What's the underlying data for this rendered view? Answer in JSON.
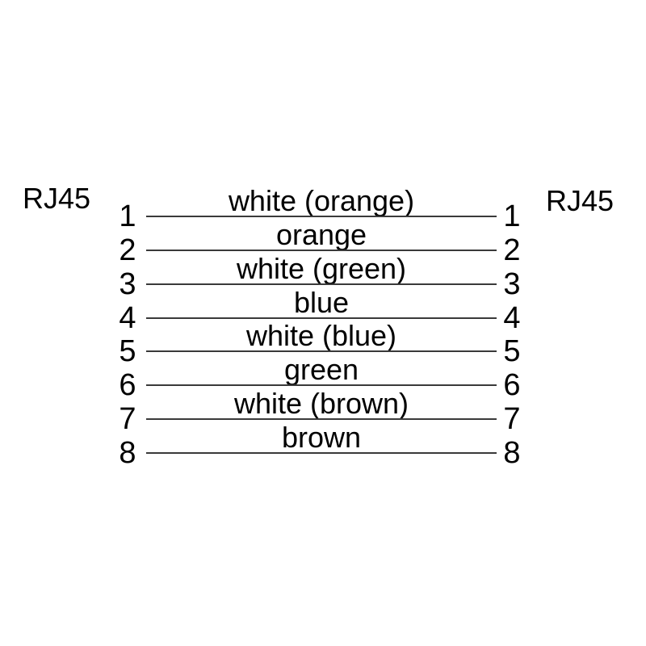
{
  "diagram": {
    "left_connector_label": "RJ45",
    "right_connector_label": "RJ45",
    "wires": [
      {
        "pin_left": "1",
        "pin_right": "1",
        "label": "white (orange)"
      },
      {
        "pin_left": "2",
        "pin_right": "2",
        "label": "orange"
      },
      {
        "pin_left": "3",
        "pin_right": "3",
        "label": "white (green)"
      },
      {
        "pin_left": "4",
        "pin_right": "4",
        "label": "blue"
      },
      {
        "pin_left": "5",
        "pin_right": "5",
        "label": "white (blue)"
      },
      {
        "pin_left": "6",
        "pin_right": "6",
        "label": "green"
      },
      {
        "pin_left": "7",
        "pin_right": "7",
        "label": "white (brown)"
      },
      {
        "pin_left": "8",
        "pin_right": "8",
        "label": "brown"
      }
    ]
  },
  "colors": {
    "background": "#ffffff",
    "text": "#000000",
    "wire_line": "#3a3a3a"
  }
}
